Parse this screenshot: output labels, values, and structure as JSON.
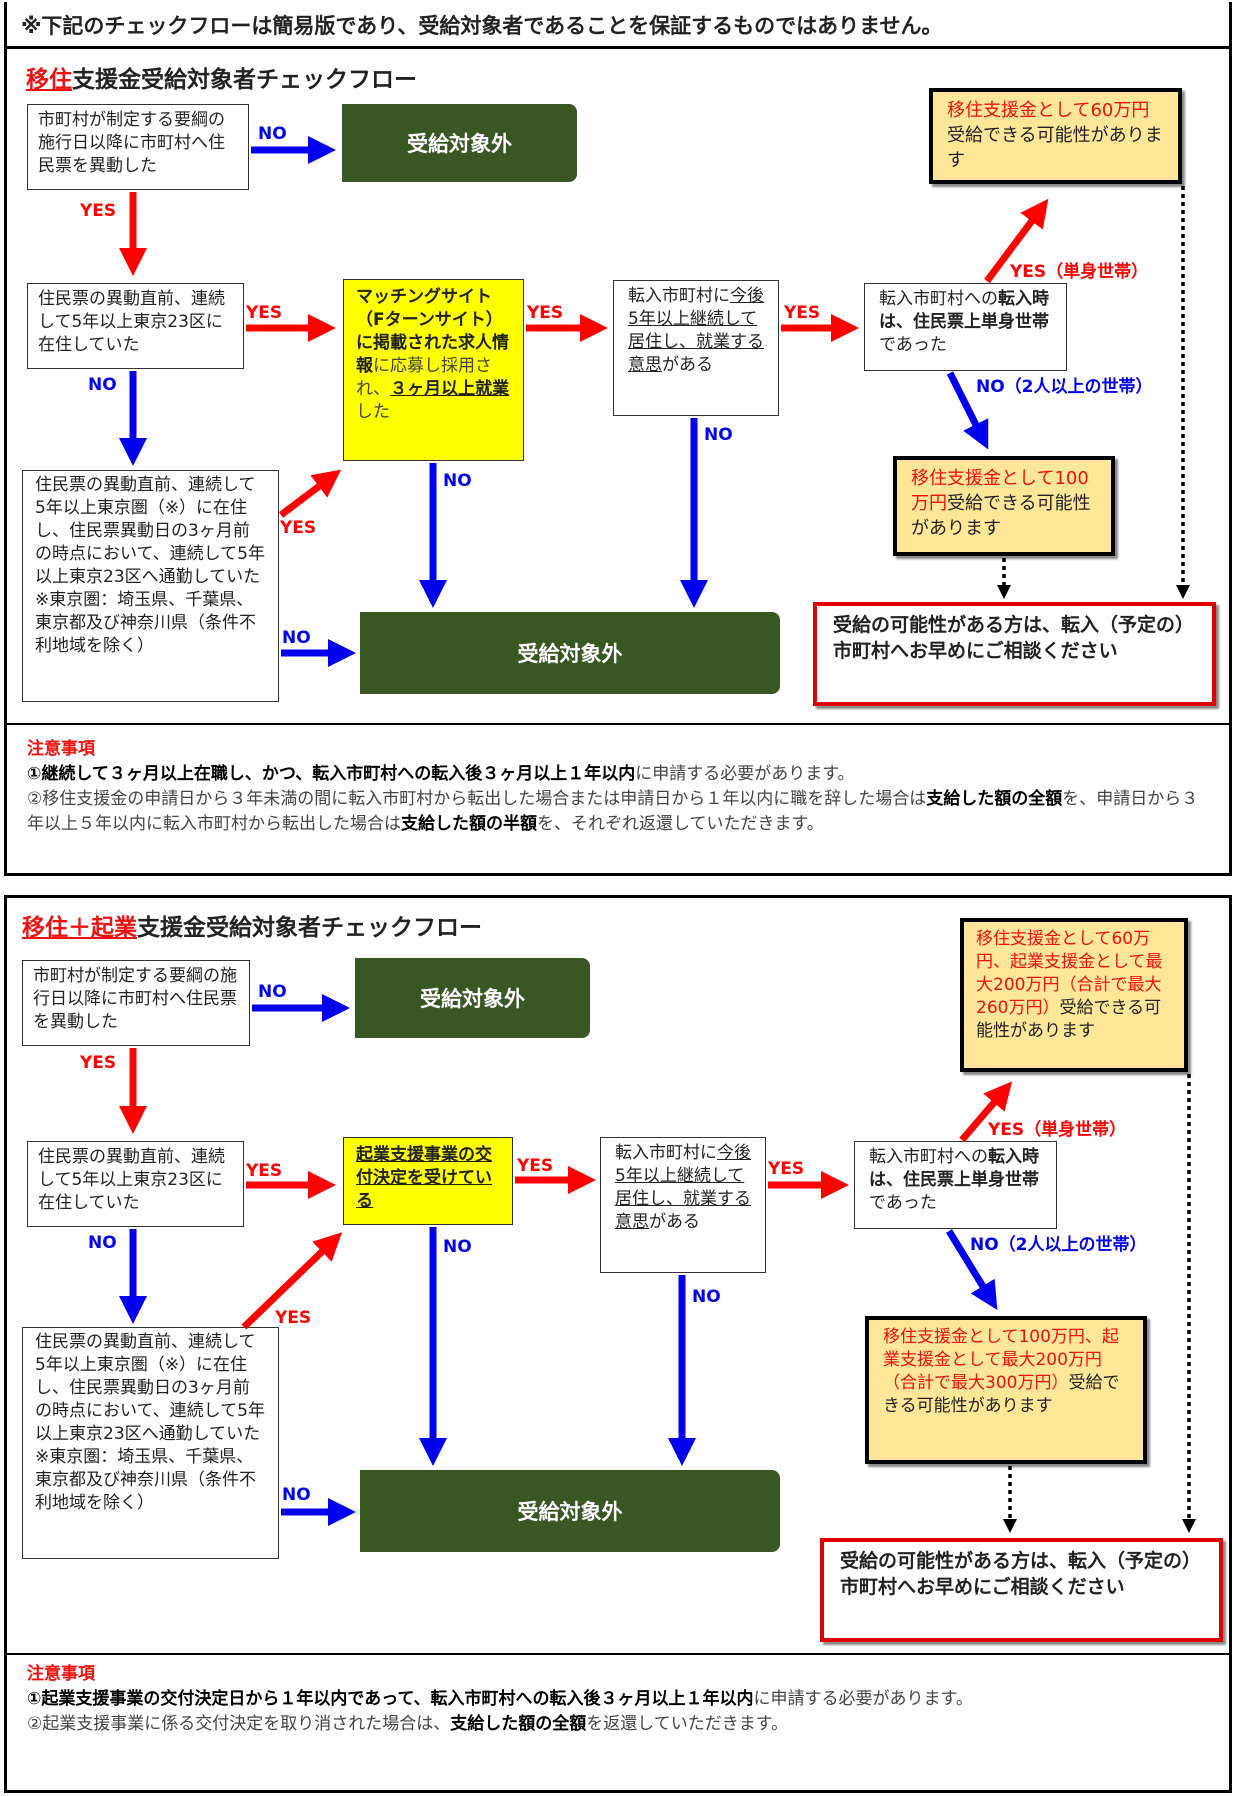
{
  "top_note": "※下記のチェックフローは簡易版であり、受給対象者であることを保証するものではありません。",
  "flow1": {
    "title_red": "移住",
    "title_rest": "支援金受給対象者チェックフロー",
    "start": "市町村が制定する要綱の施行日以降に市町村へ住民票を異動した",
    "out_top": "受給対象外",
    "q23ku": "住民票の異動直前、連続して5年以上東京23区に在住していた",
    "qcommute": "住民票の異動直前、連続して5年以上東京圏（※）に在住し、住民票異動日の3ヶ月前の時点において、連続して5年以上東京23区へ通勤していた",
    "qcommute_note": "※東京圏：埼玉県、千葉県、東京都及び神奈川県（条件不利地域を除く）",
    "yellow_bold": "マッチングサイト（Fターンサイト）に掲載された求人情報",
    "yellow_mid": "に応募し採用され、",
    "yellow_u": "３ヶ月以上就業",
    "yellow_end": "した",
    "intent_pre": "転入市町村に",
    "intent_u": "今後5年以上継続して居住し、就業する意思",
    "intent_end": "がある",
    "single_pre": "転入市町村への",
    "single_bold": "転入時は、住民票上単身世帯",
    "single_end": "であった",
    "result_single_red": "移住支援金として60万円",
    "result_single_rest": "受給できる可能性があります",
    "result_multi_red": "移住支援金として100万円",
    "result_multi_rest": "受給できる可能性があります",
    "out_bottom": "受給対象外",
    "consult": "受給の可能性がある方は、転入（予定の）市町村へお早めにご相談ください",
    "notes_head": "注意事項",
    "note1_bold": "①継続して３ヶ月以上在職し、かつ、転入市町村への転入後３ヶ月以上１年以内",
    "note1_rest": "に申請する必要があります。",
    "note2_a": "②移住支援金の申請日から３年未満の間に転入市町村から転出した場合または申請日から１年以内に職を辞した場合は",
    "note2_k1": "支給した額の全額",
    "note2_b": "を、申請日から３年以上５年以内に転入市町村から転出した場合は",
    "note2_k2": "支給した額の半額",
    "note2_c": "を、それぞれ返還していただきます。"
  },
  "flow2": {
    "title_red": "移住＋起業",
    "title_rest": "支援金受給対象者チェックフロー",
    "start": "市町村が制定する要綱の施行日以降に市町村へ住民票を異動した",
    "out_top": "受給対象外",
    "q23ku": "住民票の異動直前、連続して5年以上東京23区に在住していた",
    "qcommute": "住民票の異動直前、連続して5年以上東京圏（※）に在住し、住民票異動日の3ヶ月前の時点において、連続して5年以上東京23区へ通勤していた",
    "qcommute_note": "※東京圏：埼玉県、千葉県、東京都及び神奈川県（条件不利地域を除く）",
    "yellow_u": "起業支援事業の交付決定を受けている",
    "intent_pre": "転入市町村に",
    "intent_u": "今後5年以上継続して居住し、就業する意思",
    "intent_end": "がある",
    "single_pre": "転入市町村への",
    "single_bold": "転入時は、住民票上単身世帯",
    "single_end": "であった",
    "result_single_red": "移住支援金として60万円、起業支援金として最大200万円（合計で最大260万円）",
    "result_single_rest": "受給できる可能性があります",
    "result_multi_red": "移住支援金として100万円、起業支援金として最大200万円（合計で最大300万円）",
    "result_multi_rest": "受給できる可能性があります",
    "out_bottom": "受給対象外",
    "consult": "受給の可能性がある方は、転入（予定の）市町村へお早めにご相談ください",
    "notes_head": "注意事項",
    "note1_bold": "①起業支援事業の交付決定日から１年以内であって、転入市町村への転入後３ヶ月以上１年以内",
    "note1_rest": "に申請する必要があります。",
    "note2_a": "②起業支援事業に係る交付決定を取り消された場合は、",
    "note2_k1": "支給した額の全額",
    "note2_b": "を返還していただきます。"
  },
  "labels": {
    "no": "NO",
    "yes": "YES",
    "yes_single": "YES（単身世帯）",
    "no_multi": "NO（2人以上の世帯）"
  },
  "colors": {
    "red_arrow": "#ff0000",
    "blue_arrow": "#0000ee",
    "green_box": "#385723",
    "yellow_box": "#ffff00",
    "orange_box": "#ffe699"
  }
}
